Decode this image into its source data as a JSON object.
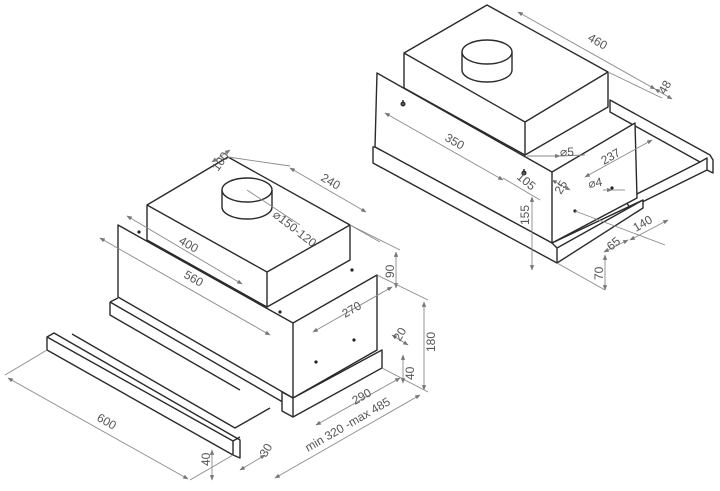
{
  "left_drawing": {
    "labels": {
      "d100": "100",
      "d240": "240",
      "d_duct": "⌀150-120",
      "d400": "400",
      "d560": "560",
      "d90": "90",
      "d270": "270",
      "d180": "180",
      "d20": "20",
      "d40_right": "40",
      "d290": "290",
      "d_depth": "min 320 -max 485",
      "d600": "600",
      "d40_front": "40",
      "d30": "30"
    }
  },
  "right_drawing": {
    "labels": {
      "d460": "460",
      "d48": "48",
      "d350": "350",
      "d5": "⌀5",
      "d237": "237",
      "d105": "105",
      "d25": "25",
      "d4": "⌀4",
      "d155": "155",
      "d140": "140",
      "d65": "65",
      "d70": "70"
    }
  }
}
